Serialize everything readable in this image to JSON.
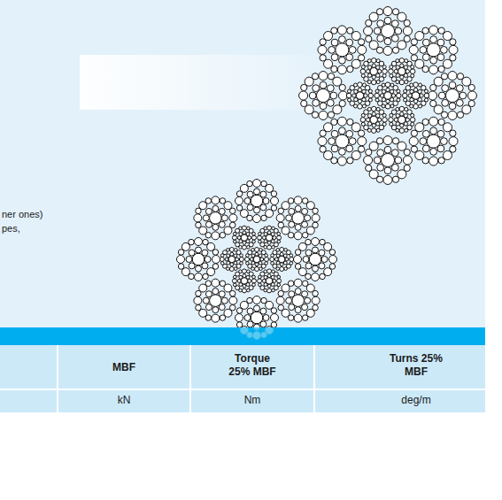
{
  "diagram": {
    "labels": [
      "ner ones)",
      "pes,",
      "MBF",
      "Torque 25% MBF",
      "Turns 25% MBF",
      "kN",
      "Nm",
      "deg/m"
    ]
  }
}
